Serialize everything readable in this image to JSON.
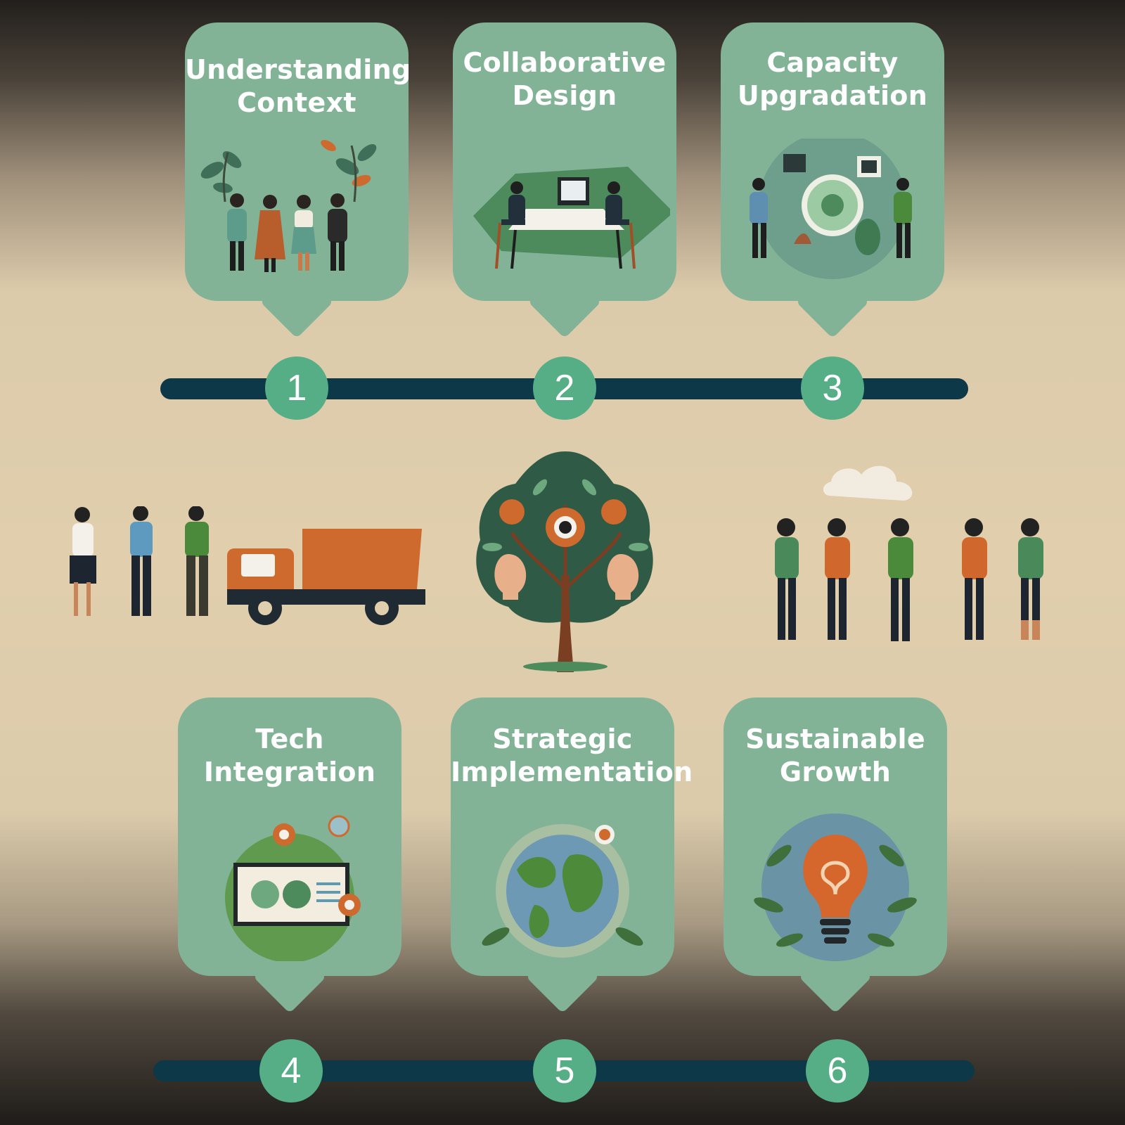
{
  "steps": [
    {
      "number": "1",
      "title": "Understanding\nContext",
      "icon": "people-with-plants-icon"
    },
    {
      "number": "2",
      "title": "Collaborative\nDesign",
      "icon": "meeting-at-desk-icon"
    },
    {
      "number": "3",
      "title": "Capacity\nUpgradation",
      "icon": "training-dashboard-icon"
    },
    {
      "number": "4",
      "title": "Tech\nIntegration",
      "icon": "tech-screen-icon"
    },
    {
      "number": "5",
      "title": "Strategic\nImplementation",
      "icon": "globe-icon"
    },
    {
      "number": "6",
      "title": "Sustainable\nGrowth",
      "icon": "lightbulb-leaves-icon"
    }
  ],
  "colors": {
    "card": "#82b396",
    "node": "#55ae86",
    "timeline": "#0d3848",
    "accent_orange": "#cf6a2f",
    "dark_green": "#2f5a45"
  },
  "illustrations": [
    "people-and-truck-icon",
    "tree-of-ideas-icon",
    "community-group-icon"
  ]
}
